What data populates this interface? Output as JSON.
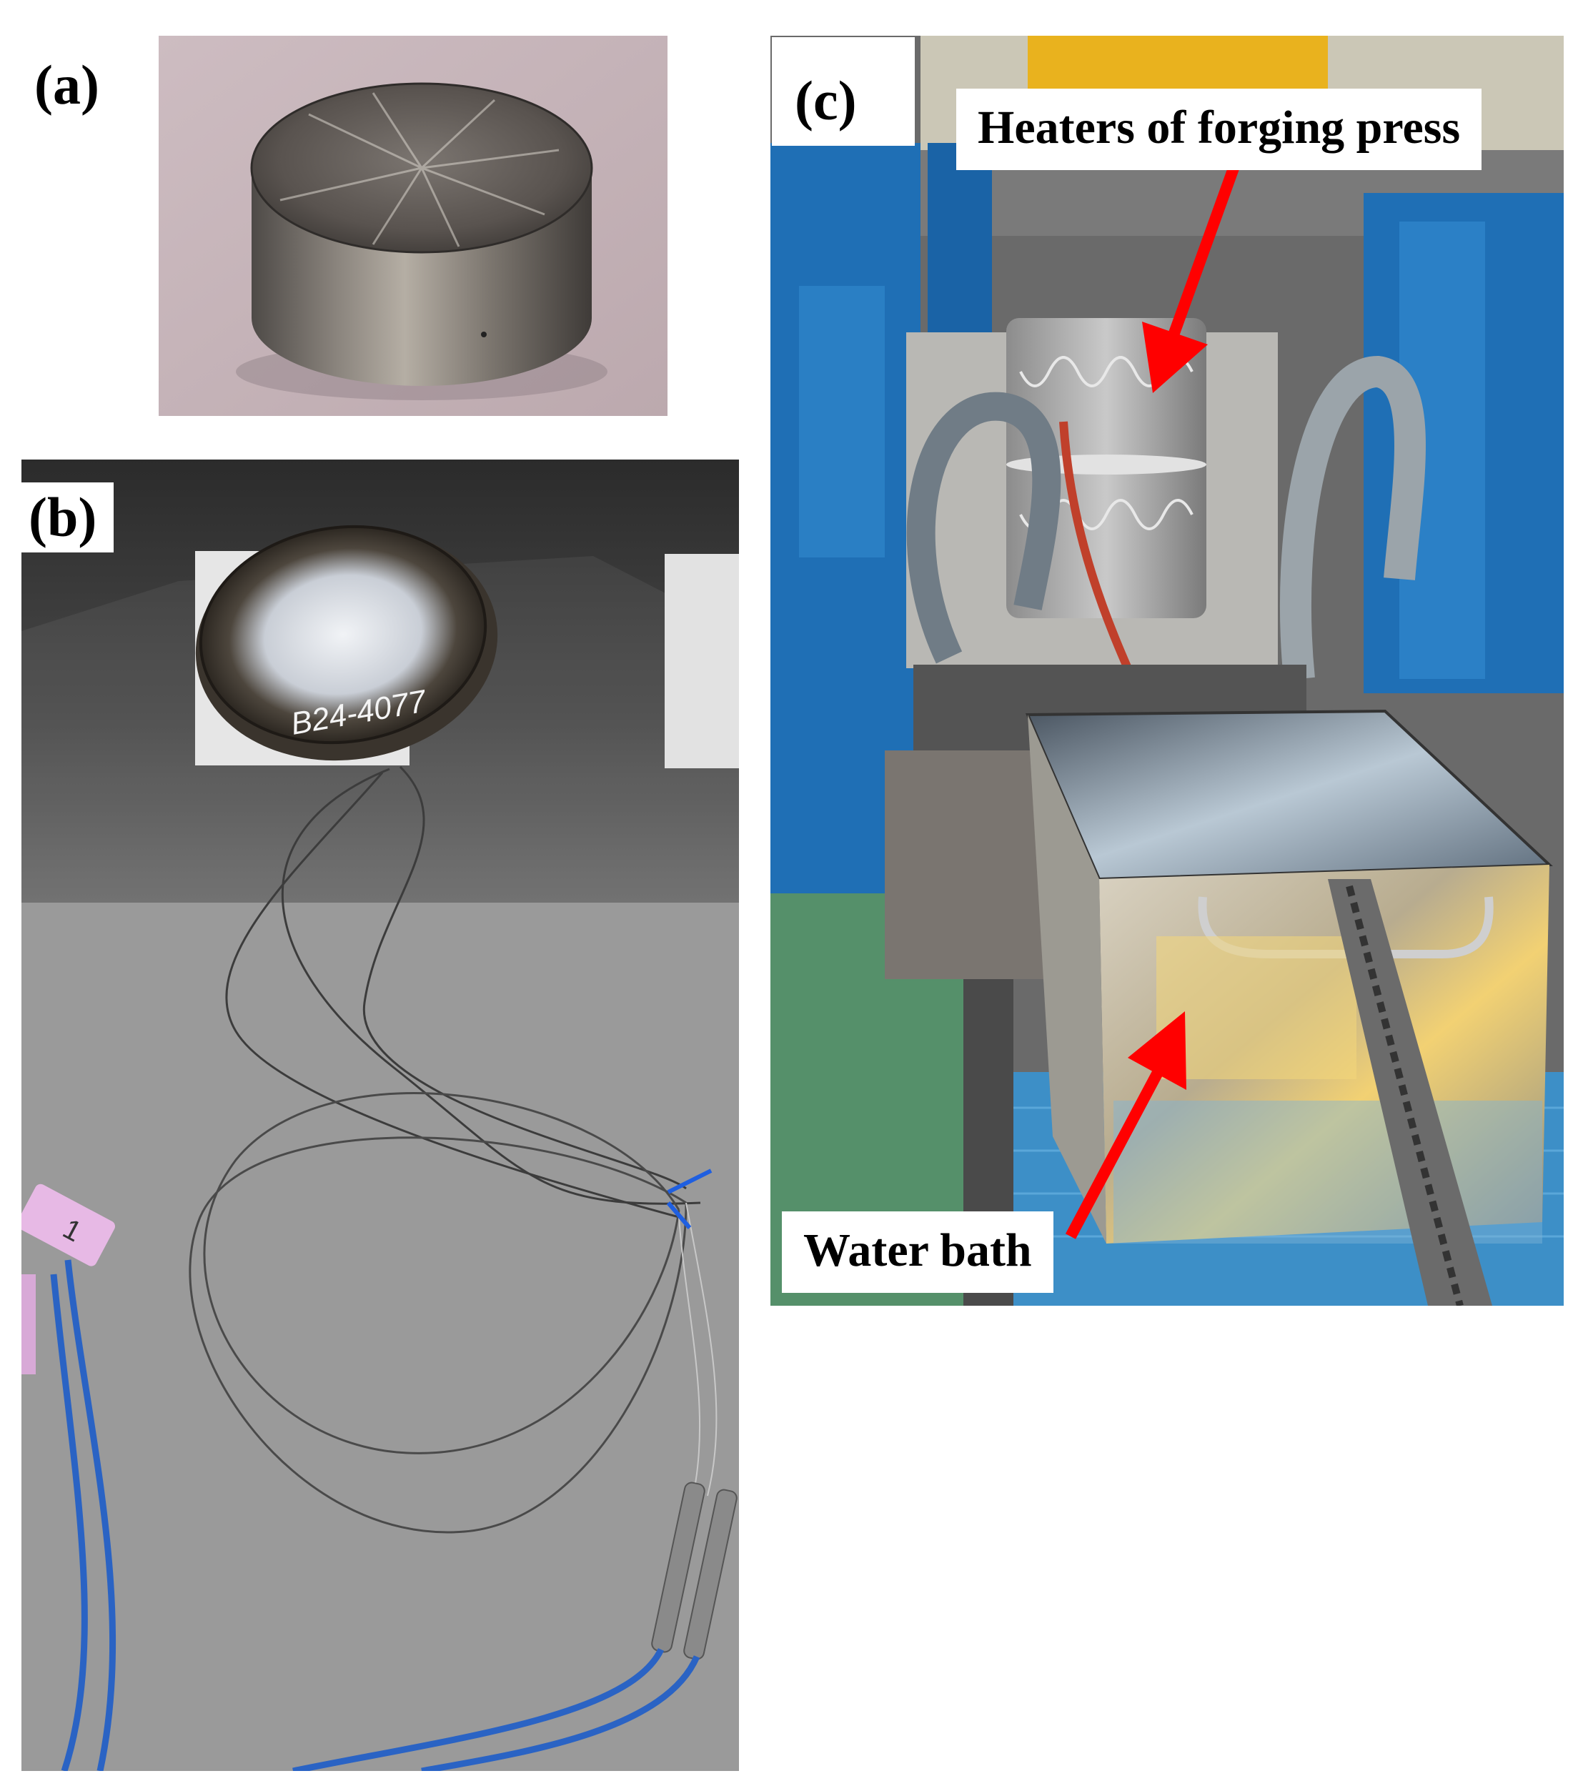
{
  "panels": {
    "a": {
      "label": "(a)"
    },
    "b": {
      "label": "(b)",
      "specimen_marking": "B24-4077",
      "tag_number": "1"
    },
    "c": {
      "label": "(c)",
      "callout_heaters": "Heaters of forging press",
      "callout_water": "Water bath"
    }
  },
  "colors": {
    "arrow": "#ff0000",
    "machine_blue": "#1f6fb5",
    "wire_blue": "#2a63c4",
    "bg_pink": "#c9b7bc"
  }
}
